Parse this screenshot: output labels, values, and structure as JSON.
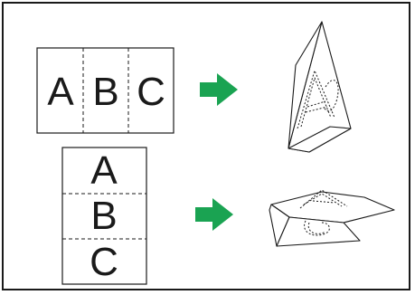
{
  "panel_top": {
    "letters": [
      "A",
      "B",
      "C"
    ],
    "layout": "horizontal-columns",
    "result": "tent-fold-standing"
  },
  "panel_bottom": {
    "letters": [
      "A",
      "B",
      "C"
    ],
    "layout": "vertical-rows",
    "result": "tent-fold-lying"
  },
  "colors": {
    "arrow": "#1aa352",
    "line": "#1a1a1a",
    "background": "#ffffff"
  },
  "icons": [
    "arrow-right-icon",
    "folded-card-illustration"
  ]
}
